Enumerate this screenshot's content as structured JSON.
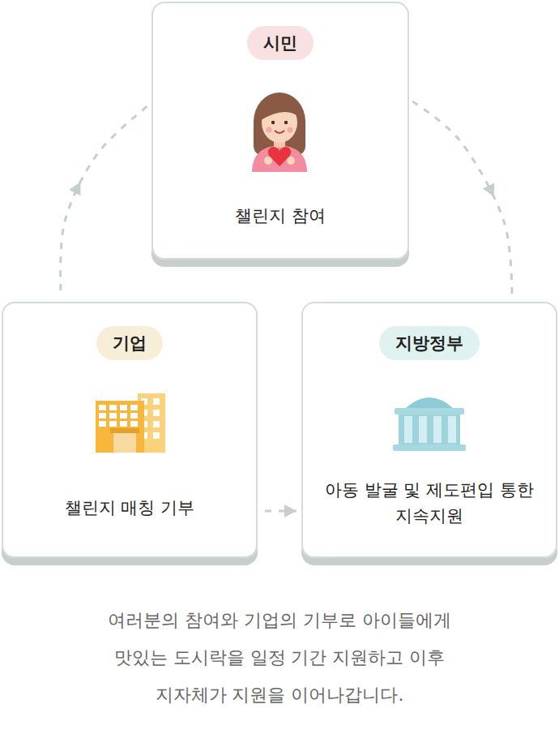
{
  "diagram": {
    "caption": "여러분의 참여와 기업의 기부로 아이들에게 맛있는 도시락을 일정 기간 지원하고 이후 지자체가 지원을 이어나갑니다.",
    "nodes": [
      {
        "text": [
          "챌린지 참여"
        ]
      },
      {
        "text": [
          "시민"
        ],
        "in": 0
      },
      {
        "text": [
          "챌린지 매칭 기부"
        ]
      },
      {
        "text": [
          "기업"
        ],
        "in": 2
      },
      {
        "text": [
          "아동 발굴 및 제도편입 통한 지속지원"
        ]
      },
      {
        "text": [
          "지방정부"
        ],
        "in": 4
      }
    ],
    "edges": [
      {
        "from": 2,
        "to": 0,
        "arrow": "to"
      },
      {
        "from": 0,
        "to": 4,
        "arrow": "to"
      },
      {
        "from": 2,
        "to": 4,
        "arrow": "to"
      }
    ]
  }
}
